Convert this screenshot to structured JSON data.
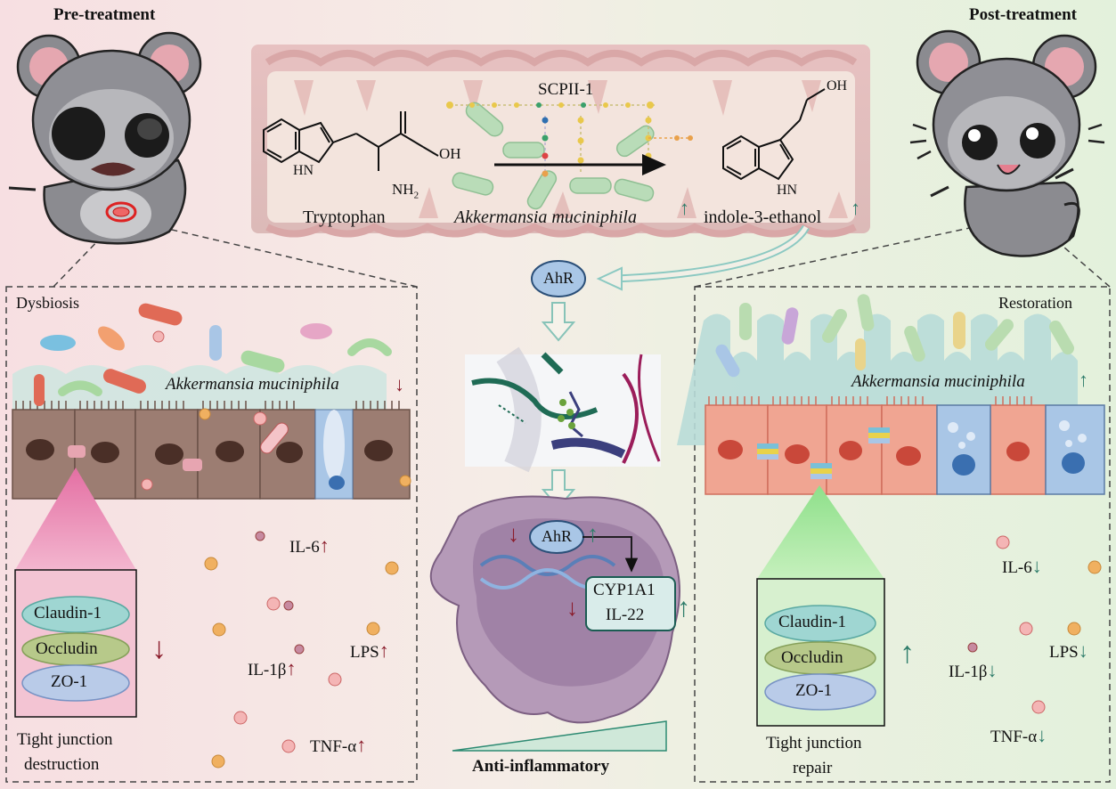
{
  "header": {
    "pre_title": "Pre-treatment",
    "post_title": "Post-treatment"
  },
  "pathway": {
    "strain": "SCPII-1",
    "substrate": "Tryptophan",
    "bacterium": "Akkermansia muciniphila",
    "product": "indole-3-ethanol",
    "substrate_groups": {
      "oh": "OH",
      "nh2": "NH",
      "nh2_sub": "2",
      "hn": "HN"
    },
    "product_groups": {
      "oh": "OH",
      "hn": "HN"
    }
  },
  "center": {
    "receptor": "AhR",
    "receptor_nucleus": "AhR",
    "targets": [
      "CYP1A1",
      "IL-22"
    ],
    "effect": "Anti-inflammatory"
  },
  "left_panel": {
    "title": "Dysbiosis",
    "bacterium_label": "Akkermansia muciniphila",
    "junction_proteins": [
      "Claudin-1",
      "Occludin",
      "ZO-1"
    ],
    "junction_caption": [
      "Tight junction",
      "destruction"
    ],
    "cytokines": [
      "IL-6",
      "LPS",
      "IL-1β",
      "TNF-α"
    ]
  },
  "right_panel": {
    "title": "Restoration",
    "bacterium_label": "Akkermansia muciniphila",
    "junction_proteins": [
      "Claudin-1",
      "Occludin",
      "ZO-1"
    ],
    "junction_caption": [
      "Tight junction",
      "repair"
    ],
    "cytokines": [
      "IL-6",
      "LPS",
      "IL-1β",
      "TNF-α"
    ]
  },
  "colors": {
    "up_arrow": "#2f7d6b",
    "down_arrow": "#8b1d2c",
    "claudin": "#9fd6d2",
    "occludin": "#b7c98a",
    "zo1": "#b9cbe8",
    "receptor": "#a9c6e6"
  }
}
